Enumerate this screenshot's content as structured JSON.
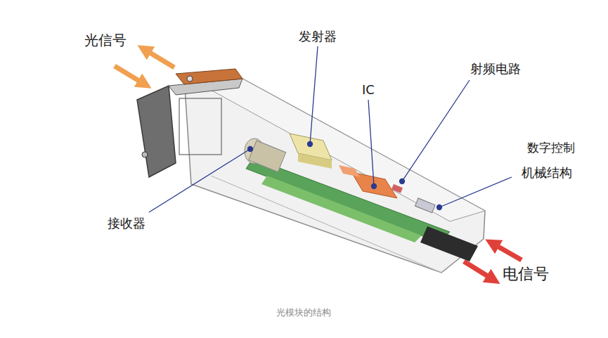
{
  "diagram": {
    "caption": "光模块的结构",
    "labels": [
      "光信号",
      "发射器",
      "射频电路",
      "IC",
      "数字控制",
      "机械结构",
      "接收器",
      "电信号"
    ]
  }
}
